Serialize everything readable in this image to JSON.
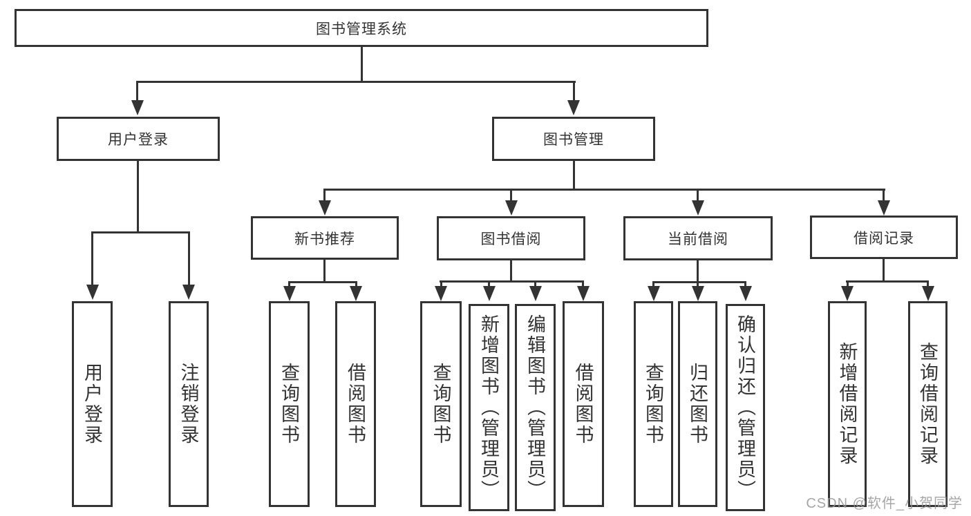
{
  "diagram": {
    "root": "图书管理系统",
    "level2": {
      "user_login": "用户登录",
      "book_mgmt": "图书管理"
    },
    "level3": {
      "new_books": "新书推荐",
      "borrowing": "图书借阅",
      "current": "当前借阅",
      "records": "借阅记录"
    },
    "leaves": {
      "ul_login": "用户登录",
      "ul_logout": "注销登录",
      "nb_query": "查询图书",
      "nb_borrow": "借阅图书",
      "bw_query": "查询图书",
      "bw_add": "新增图书（管理员）",
      "bw_edit": "编辑图书（管理员）",
      "bw_borrow": "借阅图书",
      "cb_query": "查询图书",
      "cb_return": "归还图书",
      "cb_confirm": "确认归还（管理员）",
      "rc_add": "新增借阅记录",
      "rc_query": "查询借阅记录"
    },
    "watermark": "CSDN @软件_小贺同学",
    "colors": {
      "line": "#333333",
      "text": "#333333",
      "background": "#ffffff",
      "watermark": "#969696"
    }
  }
}
